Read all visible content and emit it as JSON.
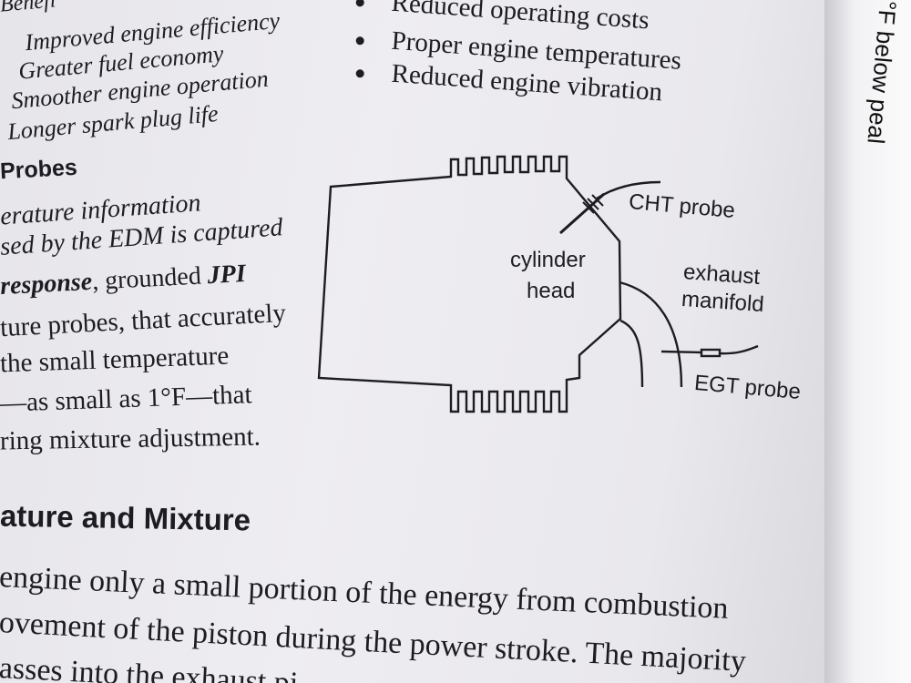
{
  "benefits_heading": "Benefi",
  "benefits_left": [
    "Improved engine efficiency",
    "Greater fuel economy",
    "Smoother engine operation",
    "Longer spark plug life"
  ],
  "benefits_right": [
    "Reduced operating costs",
    "Proper engine temperatures",
    "Reduced engine vibration"
  ],
  "probes_heading": "Probes",
  "probes_paragraph": {
    "line1": "erature information",
    "line2": "sed by the EDM is captured",
    "line3_bold": "response",
    "line3_rest": ", grounded ",
    "line3_brand": "JPI",
    "line4": "ture probes, that accurately",
    "line5": "the small temperature",
    "line6": "—as small as 1°F—that",
    "line7": "ring mixture adjustment."
  },
  "diagram": {
    "cht_label": "CHT probe",
    "cylinder_label_1": "cylinder",
    "cylinder_label_2": "head",
    "exhaust_label_1": "exhaust",
    "exhaust_label_2": "manifold",
    "egt_label": "EGT probe"
  },
  "section_heading": "ature and Mixture",
  "final_paragraph": {
    "line1": "engine only a small portion of the energy from combustion",
    "line2": "ovement of the piston during the power stroke. The majority",
    "line3": "asses into the exhaust pi"
  },
  "next_page_fragment": "°F below peal"
}
